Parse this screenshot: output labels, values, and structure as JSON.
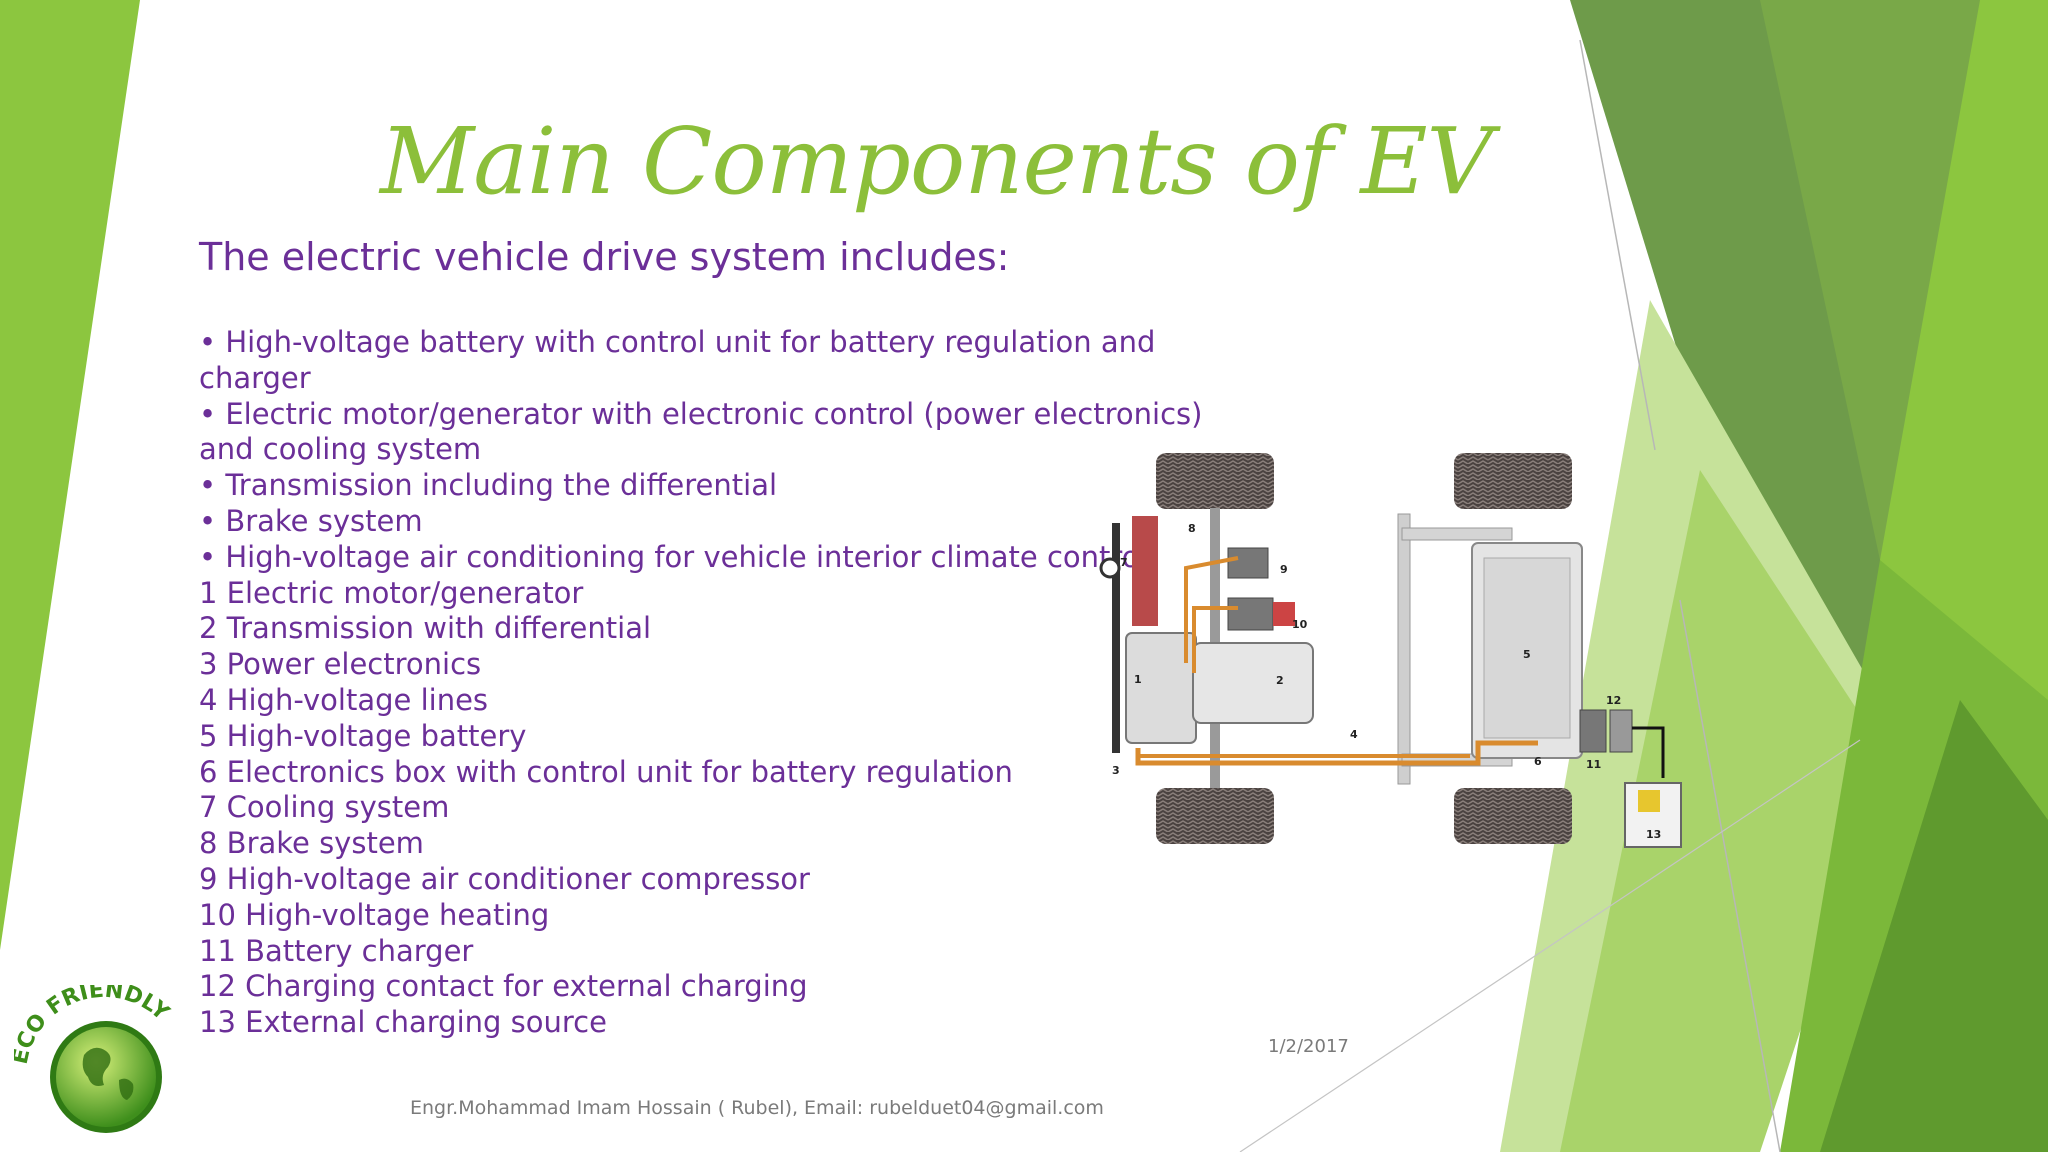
{
  "slide": {
    "title": "Main Components of EV",
    "subtitle": "The electric vehicle drive system includes:",
    "items": [
      "• High-voltage battery with control unit for battery regulation and",
      "charger",
      "• Electric motor/generator with electronic control (power electronics)",
      "and cooling system",
      "• Transmission including the differential",
      "• Brake system",
      "• High-voltage air conditioning for vehicle interior climate control",
      "1 Electric motor/generator",
      "2 Transmission with differential",
      "3 Power electronics",
      "4 High-voltage lines",
      "5 High-voltage battery",
      "6 Electronics box with control unit for battery regulation",
      "7 Cooling system",
      "8 Brake system",
      "9 High-voltage air conditioner compressor",
      "10 High-voltage heating",
      "11 Battery charger",
      "12 Charging contact for external charging",
      "13 External charging source"
    ],
    "date": "1/2/2017",
    "footer": "Engr.Mohammad Imam Hossain ( Rubel), Email: rubelduet04@gmail.com"
  },
  "logo": {
    "text": "ECO FRIENDLY"
  },
  "diagram": {
    "labels": [
      "1",
      "2",
      "3",
      "4",
      "5",
      "6",
      "7",
      "8",
      "9",
      "10",
      "11",
      "12",
      "13"
    ]
  },
  "colors": {
    "accent_green": "#8cbf3a",
    "text_purple": "#6b2f98",
    "dark_green": "#6a9a45"
  }
}
